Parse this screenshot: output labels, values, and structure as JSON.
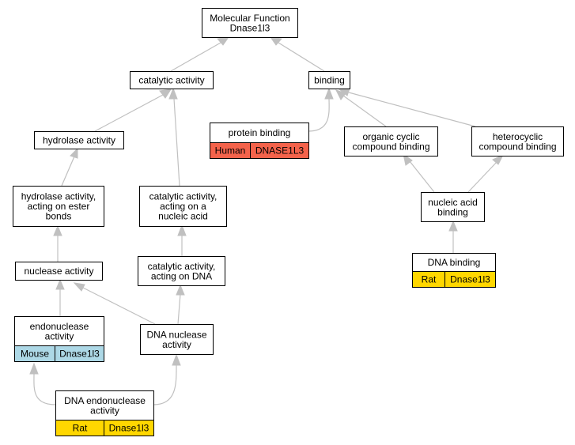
{
  "graph": {
    "nodes": {
      "mf": {
        "lines": [
          "Molecular Function",
          "Dnase1l3"
        ]
      },
      "catalytic": {
        "lines": [
          "catalytic activity"
        ]
      },
      "binding": {
        "lines": [
          "binding"
        ]
      },
      "protein_binding": {
        "lines": [
          "protein binding"
        ],
        "annotation": {
          "species": "Human",
          "gene": "DNASE1L3"
        }
      },
      "hydrolase": {
        "lines": [
          "hydrolase activity"
        ]
      },
      "organic_cyclic": {
        "lines": [
          "organic cyclic",
          "compound binding"
        ]
      },
      "heterocyclic": {
        "lines": [
          "heterocyclic",
          "compound binding"
        ]
      },
      "hydrolase_ester": {
        "lines": [
          "hydrolase activity,",
          "acting on ester",
          "bonds"
        ]
      },
      "cat_nucleic": {
        "lines": [
          "catalytic activity,",
          "acting on a",
          "nucleic acid"
        ]
      },
      "nucleic_binding": {
        "lines": [
          "nucleic acid",
          "binding"
        ]
      },
      "nuclease": {
        "lines": [
          "nuclease activity"
        ]
      },
      "cat_dna": {
        "lines": [
          "catalytic activity,",
          "acting on DNA"
        ]
      },
      "dna_binding": {
        "lines": [
          "DNA binding"
        ],
        "annotation": {
          "species": "Rat",
          "gene": "Dnase1l3"
        }
      },
      "endonuclease": {
        "lines": [
          "endonuclease",
          "activity"
        ],
        "annotation": {
          "species": "Mouse",
          "gene": "Dnase1l3"
        }
      },
      "dna_nuclease": {
        "lines": [
          "DNA nuclease",
          "activity"
        ]
      },
      "dna_endonuclease": {
        "lines": [
          "DNA endonuclease",
          "activity"
        ],
        "annotation": {
          "species": "Rat",
          "gene": "Dnase1l3"
        }
      }
    },
    "species_colors": {
      "Human": "#f4634b",
      "Mouse": "#add8e6",
      "Rat": "#ffd700"
    },
    "edge_color": "#c0c0c0"
  }
}
